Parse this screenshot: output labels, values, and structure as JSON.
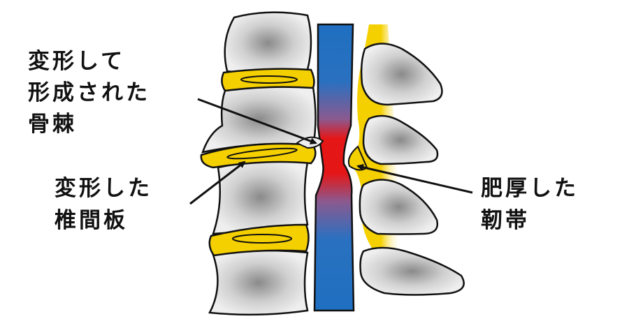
{
  "labels": {
    "osteophyte": [
      "変形して",
      "形成された",
      "骨棘"
    ],
    "disc": [
      "変形した",
      "椎間板"
    ],
    "ligament": [
      "肥厚した",
      "靭帯"
    ]
  },
  "colors": {
    "cord": "#1f6fc0",
    "compression": "#e51616",
    "disc": "#f5d000",
    "bone": "#e8e8e8"
  }
}
